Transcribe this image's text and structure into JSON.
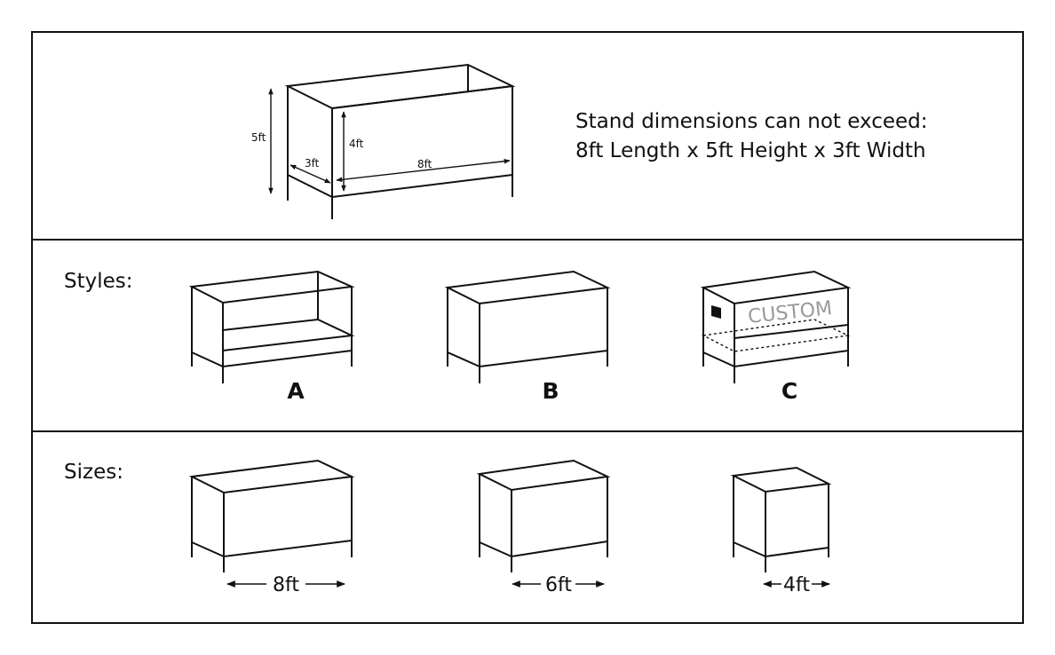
{
  "dimensions_panel": {
    "labels": {
      "height_total": "5ft",
      "height_front": "4ft",
      "width": "3ft",
      "length": "8ft"
    },
    "note_line1": "Stand dimensions can not exceed:",
    "note_line2": "8ft Length x 5ft Height x 3ft Width"
  },
  "styles_panel": {
    "heading": "Styles:",
    "items": [
      {
        "letter": "A"
      },
      {
        "letter": "B"
      },
      {
        "letter": "C",
        "overlay_text": "CUSTOM"
      }
    ]
  },
  "sizes_panel": {
    "heading": "Sizes:",
    "items": [
      {
        "label": "8ft"
      },
      {
        "label": "6ft"
      },
      {
        "label": "4ft"
      }
    ]
  }
}
